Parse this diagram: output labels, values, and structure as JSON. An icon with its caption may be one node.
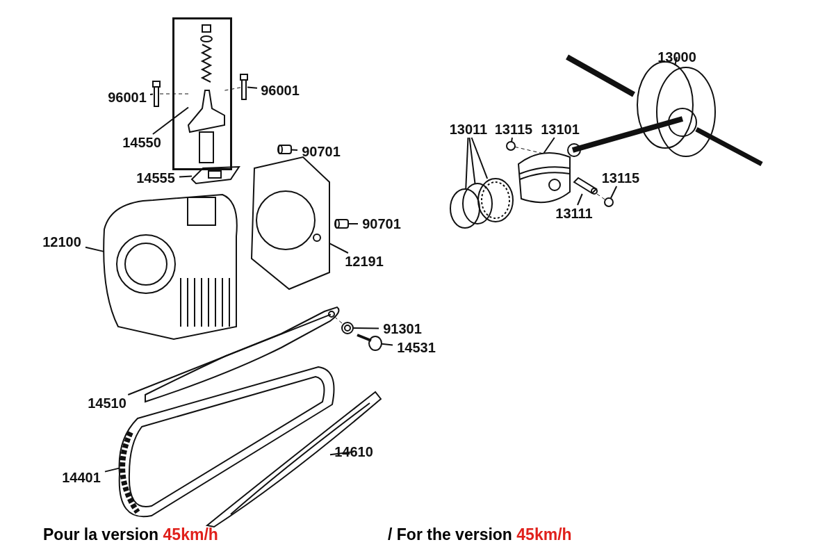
{
  "diagram": {
    "nodes": [
      {
        "text": [
          "96001"
        ]
      },
      {
        "text": [],
        "shape": "picture"
      },
      {
        "text": [],
        "shape": "box"
      },
      {
        "text": [],
        "shape": "picture",
        "in": 2
      },
      {
        "text": [
          "96001"
        ]
      },
      {
        "text": [],
        "shape": "picture"
      },
      {
        "text": [
          "14550"
        ]
      },
      {
        "text": [
          "14555"
        ]
      },
      {
        "text": [],
        "shape": "picture"
      },
      {
        "text": [
          "90701"
        ]
      },
      {
        "text": [],
        "shape": "picture"
      },
      {
        "text": [
          "12100"
        ]
      },
      {
        "text": [],
        "shape": "picture"
      },
      {
        "text": [
          "90701"
        ]
      },
      {
        "text": [],
        "shape": "picture"
      },
      {
        "text": [
          "12191"
        ]
      },
      {
        "text": [],
        "shape": "picture"
      },
      {
        "text": [
          "13011"
        ]
      },
      {
        "text": [],
        "shape": "circle"
      },
      {
        "text": [],
        "shape": "circle"
      },
      {
        "text": [],
        "shape": "picture"
      },
      {
        "text": [
          "13115"
        ]
      },
      {
        "text": [],
        "shape": "circle"
      },
      {
        "text": [
          "13101"
        ]
      },
      {
        "text": [],
        "shape": "picture"
      },
      {
        "text": [
          "13111"
        ]
      },
      {
        "text": [],
        "shape": "picture"
      },
      {
        "text": [
          "13115"
        ]
      },
      {
        "text": [],
        "shape": "circle"
      },
      {
        "text": [
          "13000"
        ]
      },
      {
        "text": [],
        "shape": "picture"
      },
      {
        "text": [
          "91301"
        ]
      },
      {
        "text": [],
        "shape": "picture"
      },
      {
        "text": [
          "14531"
        ]
      },
      {
        "text": [],
        "shape": "picture"
      },
      {
        "text": [
          "14510"
        ]
      },
      {
        "text": [],
        "shape": "picture"
      },
      {
        "text": [
          "14610"
        ]
      },
      {
        "text": [],
        "shape": "picture"
      },
      {
        "text": [
          "14401"
        ]
      },
      {
        "text": [],
        "shape": "picture"
      }
    ],
    "edges": [
      {
        "from": 0,
        "to": 1,
        "arrow": "none"
      },
      {
        "from": 4,
        "to": 5,
        "arrow": "none"
      },
      {
        "from": 6,
        "to": 2,
        "arrow": "none"
      },
      {
        "from": 7,
        "to": 8,
        "arrow": "none"
      },
      {
        "from": 9,
        "to": 10,
        "arrow": "none"
      },
      {
        "from": 11,
        "to": 12,
        "arrow": "none"
      },
      {
        "from": 13,
        "to": 14,
        "arrow": "none"
      },
      {
        "from": 15,
        "to": 16,
        "arrow": "none"
      },
      {
        "from": 17,
        "to": 18,
        "arrow": "none"
      },
      {
        "from": 17,
        "to": 19,
        "arrow": "none"
      },
      {
        "from": 17,
        "to": 20,
        "arrow": "none"
      },
      {
        "from": 21,
        "to": 22,
        "arrow": "none"
      },
      {
        "from": 23,
        "to": 24,
        "arrow": "none"
      },
      {
        "from": 25,
        "to": 26,
        "arrow": "none"
      },
      {
        "from": 27,
        "to": 28,
        "arrow": "none"
      },
      {
        "from": 29,
        "to": 30,
        "arrow": "none"
      },
      {
        "from": 31,
        "to": 32,
        "arrow": "none"
      },
      {
        "from": 33,
        "to": 34,
        "arrow": "none"
      },
      {
        "from": 35,
        "to": 36,
        "arrow": "none"
      },
      {
        "from": 37,
        "to": 38,
        "arrow": "none"
      },
      {
        "from": 39,
        "to": 40,
        "arrow": "none"
      },
      {
        "from": 1,
        "to": 3,
        "arrow": "none",
        "style": "dashed"
      },
      {
        "from": 5,
        "to": 3,
        "arrow": "none",
        "style": "dashed"
      },
      {
        "from": 22,
        "to": 24,
        "arrow": "none",
        "style": "dashed"
      },
      {
        "from": 26,
        "to": 28,
        "arrow": "none",
        "style": "dashed"
      },
      {
        "from": 32,
        "to": 36,
        "arrow": "none",
        "style": "dashed"
      }
    ],
    "labels": [
      "Pour la version 45km/h",
      "/ For the version 45km/h"
    ]
  }
}
